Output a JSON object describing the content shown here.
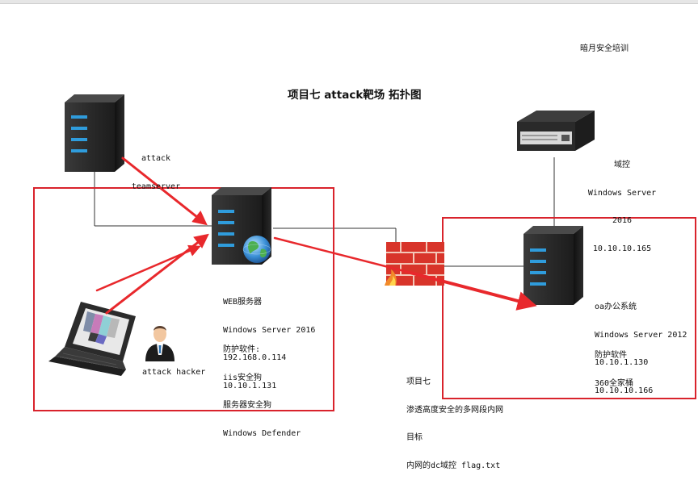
{
  "title": "项目七 attack靶场 拓扑图",
  "brand": "暗月安全培训",
  "nodes": {
    "teamserver": {
      "lines": [
        "attack",
        "teamserver"
      ]
    },
    "domain_controller": {
      "lines": [
        "域控",
        "Windows Server",
        "2016",
        "10.10.10.165"
      ]
    },
    "web_server": {
      "lines": [
        "WEB服务器",
        "Windows Server 2016",
        "192.168.0.114",
        "10.10.1.131"
      ],
      "protection_lines": [
        "防护软件:",
        "iis安全狗",
        "服务器安全狗",
        "Windows Defender"
      ]
    },
    "hacker": {
      "label": "attack hacker"
    },
    "oa_server": {
      "lines": [
        "oa办公系统",
        "Windows Server 2012",
        "10.10.1.130",
        "10.10.10.166"
      ],
      "protection_lines": [
        "防护软件",
        "360全家桶"
      ]
    }
  },
  "project_note": {
    "lines": [
      "项目七",
      "渗透高度安全的多网段内网",
      "目标",
      "内网的dc域控 flag.txt"
    ]
  },
  "colors": {
    "arrow": "#e8282c",
    "zone_border": "#d9232c",
    "line": "#333333",
    "firewall": "#d8342a"
  },
  "icons": [
    "server-icon",
    "rack-server-icon",
    "globe-icon",
    "firewall-icon",
    "laptop-icon",
    "person-icon"
  ]
}
